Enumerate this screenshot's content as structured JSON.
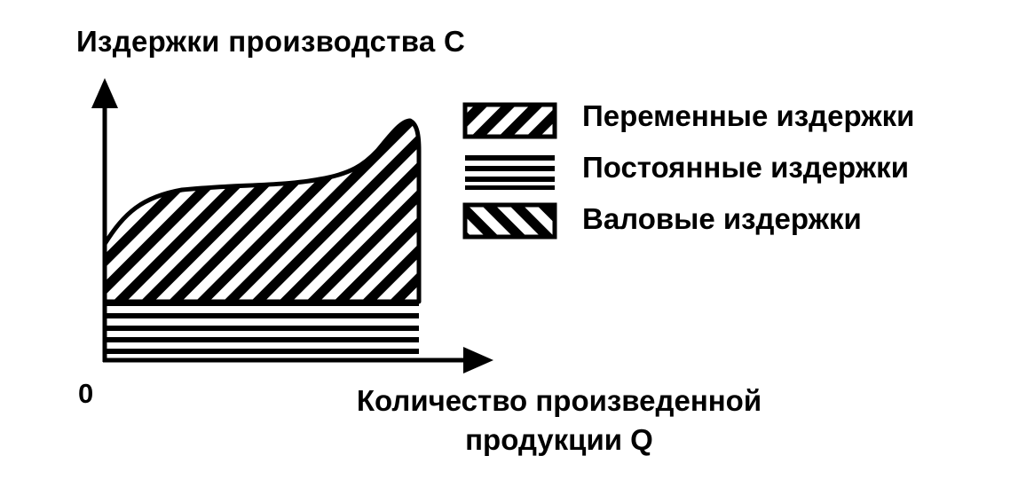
{
  "title": "",
  "axes": {
    "y_label": "Издержки производства C",
    "x_label_line1": "Количество произведенной",
    "x_label_line2": "продукции Q",
    "origin": "0"
  },
  "legend": [
    {
      "label": "Переменные издержки",
      "pattern": "hatch-descending"
    },
    {
      "label": "Постоянные издержки",
      "pattern": "horizontal-lines"
    },
    {
      "label": "Валовые издержки",
      "pattern": "hatch-ascending"
    }
  ],
  "colors": {
    "ink": "#000000",
    "background": "#ffffff"
  }
}
